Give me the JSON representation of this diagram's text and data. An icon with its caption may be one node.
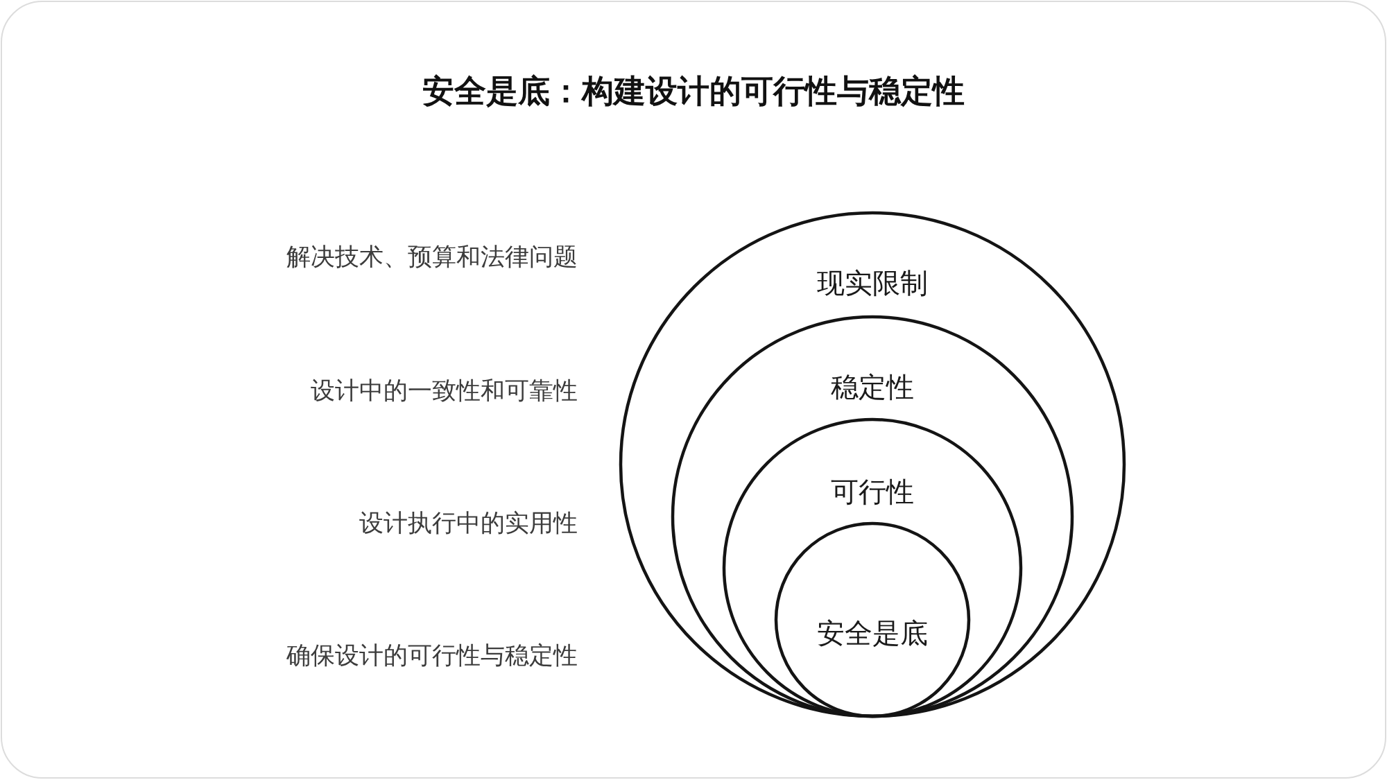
{
  "diagram": {
    "title": "安全是底：构建设计的可行性与稳定性",
    "nodes": [
      {
        "text": [
          "现实限制"
        ]
      },
      {
        "text": [
          "稳定性"
        ],
        "in": 0
      },
      {
        "text": [
          "可行性"
        ],
        "in": 1
      },
      {
        "text": [
          "安全是底"
        ],
        "in": 2
      }
    ],
    "labels": [
      "解决技术、预算和法律问题",
      "设计中的一致性和可靠性",
      "设计执行中的实用性",
      "确保设计的可行性与稳定性"
    ]
  }
}
